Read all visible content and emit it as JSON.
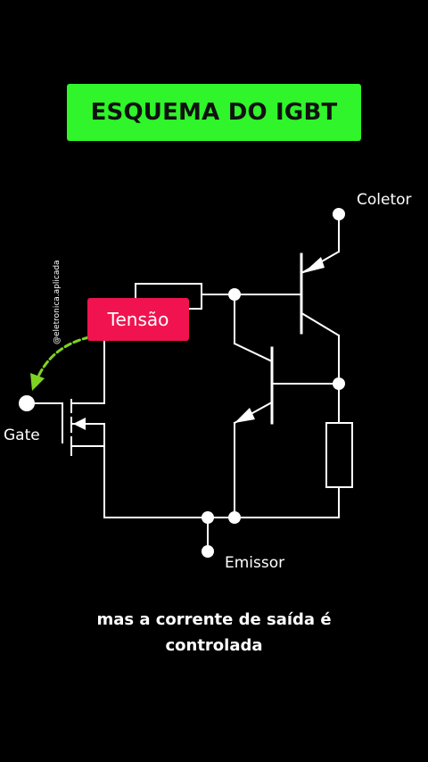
{
  "title": "ESQUEMA DO IGBT",
  "labels": {
    "collector": "Coletor",
    "gate": "Gate",
    "emitter": "Emissor",
    "voltage": "Tensão"
  },
  "watermark": "@eletronica.aplicada",
  "caption": {
    "line1": "mas a corrente de saída é",
    "line2": "controlada"
  },
  "colors": {
    "background": "#000000",
    "title_bg": "#2ff52a",
    "voltage_bg": "#f0134f",
    "arrow": "#7ed321",
    "wire": "#ffffff"
  }
}
